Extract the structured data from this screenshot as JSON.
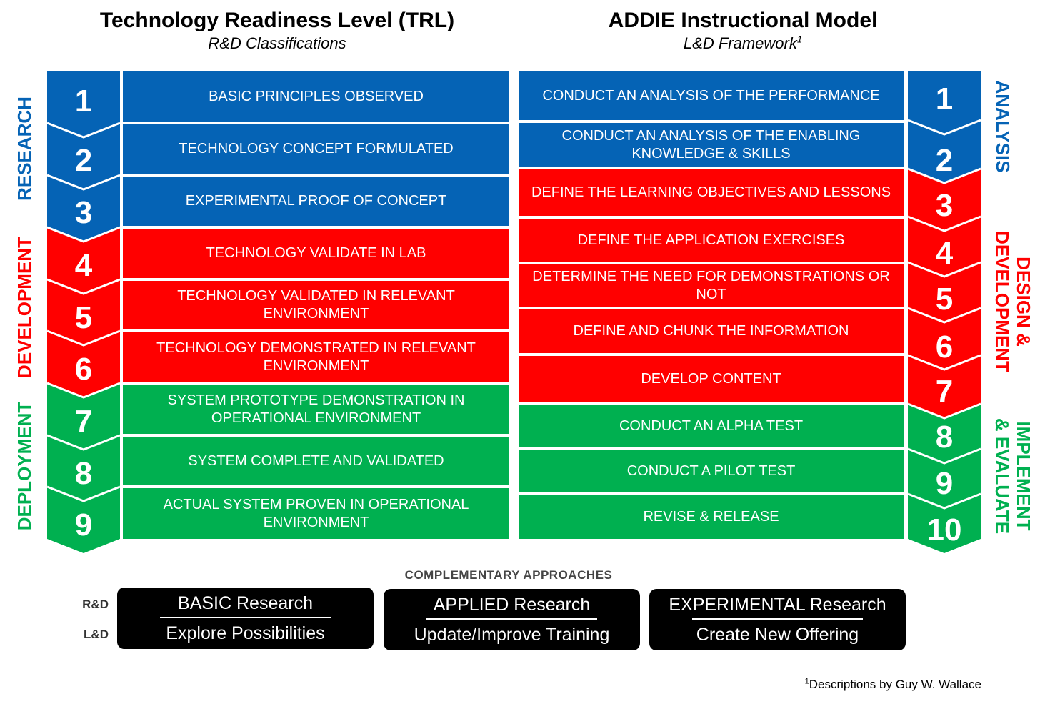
{
  "trl": {
    "title": "Technology Readiness Level (TRL)",
    "subtitle": "R&D Classifications",
    "phases": [
      "RESEARCH",
      "DEVELOPMENT",
      "DEPLOYMENT"
    ],
    "levels": [
      {
        "num": "1",
        "text": "BASIC PRINCIPLES OBSERVED",
        "color": "blue"
      },
      {
        "num": "2",
        "text": "TECHNOLOGY CONCEPT FORMULATED",
        "color": "blue"
      },
      {
        "num": "3",
        "text": "EXPERIMENTAL PROOF OF CONCEPT",
        "color": "blue"
      },
      {
        "num": "4",
        "text": "TECHNOLOGY VALIDATE IN LAB",
        "color": "red"
      },
      {
        "num": "5",
        "text": "TECHNOLOGY VALIDATED IN RELEVANT ENVIRONMENT",
        "color": "red"
      },
      {
        "num": "6",
        "text": "TECHNOLOGY DEMONSTRATED IN RELEVANT ENVIRONMENT",
        "color": "red"
      },
      {
        "num": "7",
        "text": "SYSTEM PROTOTYPE DEMONSTRATION IN OPERATIONAL ENVIRONMENT",
        "color": "green"
      },
      {
        "num": "8",
        "text": "SYSTEM COMPLETE AND VALIDATED",
        "color": "green"
      },
      {
        "num": "9",
        "text": "ACTUAL SYSTEM PROVEN IN OPERATIONAL ENVIRONMENT",
        "color": "green"
      }
    ]
  },
  "addie": {
    "title": "ADDIE Instructional Model",
    "subtitle": "L&D Framework",
    "subtitle_sup": "1",
    "phases": [
      {
        "line1": "ANALYSIS",
        "line2": ""
      },
      {
        "line1": "DESIGN &",
        "line2": "DEVELOPMENT"
      },
      {
        "line1": "IMPLEMENT",
        "line2": "& EVALUATE"
      }
    ],
    "steps": [
      {
        "num": "1",
        "text": "CONDUCT AN ANALYSIS OF THE PERFORMANCE",
        "color": "blue"
      },
      {
        "num": "2",
        "text": "CONDUCT AN ANALYSIS OF THE ENABLING KNOWLEDGE & SKILLS",
        "color": "blue"
      },
      {
        "num": "3",
        "text": "DEFINE THE LEARNING OBJECTIVES AND LESSONS",
        "color": "red"
      },
      {
        "num": "4",
        "text": "DEFINE THE APPLICATION EXERCISES",
        "color": "red"
      },
      {
        "num": "5",
        "text": "DETERMINE THE NEED FOR DEMONSTRATIONS OR NOT",
        "color": "red"
      },
      {
        "num": "6",
        "text": "DEFINE AND CHUNK THE INFORMATION",
        "color": "red"
      },
      {
        "num": "7",
        "text": "DEVELOP CONTENT",
        "color": "red"
      },
      {
        "num": "8",
        "text": "CONDUCT AN ALPHA TEST",
        "color": "green"
      },
      {
        "num": "9",
        "text": "CONDUCT A PILOT TEST",
        "color": "green"
      },
      {
        "num": "10",
        "text": "REVISE & RELEASE",
        "color": "green"
      }
    ]
  },
  "complementary": {
    "heading": "COMPLEMENTARY APPROACHES",
    "row_labels": [
      "R&D",
      "L&D"
    ],
    "boxes": [
      {
        "top": "BASIC Research",
        "bottom": "Explore Possibilities"
      },
      {
        "top": "APPLIED Research",
        "bottom": "Update/Improve Training"
      },
      {
        "top": "EXPERIMENTAL Research",
        "bottom": "Create New Offering"
      }
    ]
  },
  "footnote": {
    "sup": "1",
    "text": "Descriptions by Guy W. Wallace"
  },
  "colors": {
    "blue": "#0563b5",
    "red": "#ff0000",
    "green": "#00b050"
  }
}
